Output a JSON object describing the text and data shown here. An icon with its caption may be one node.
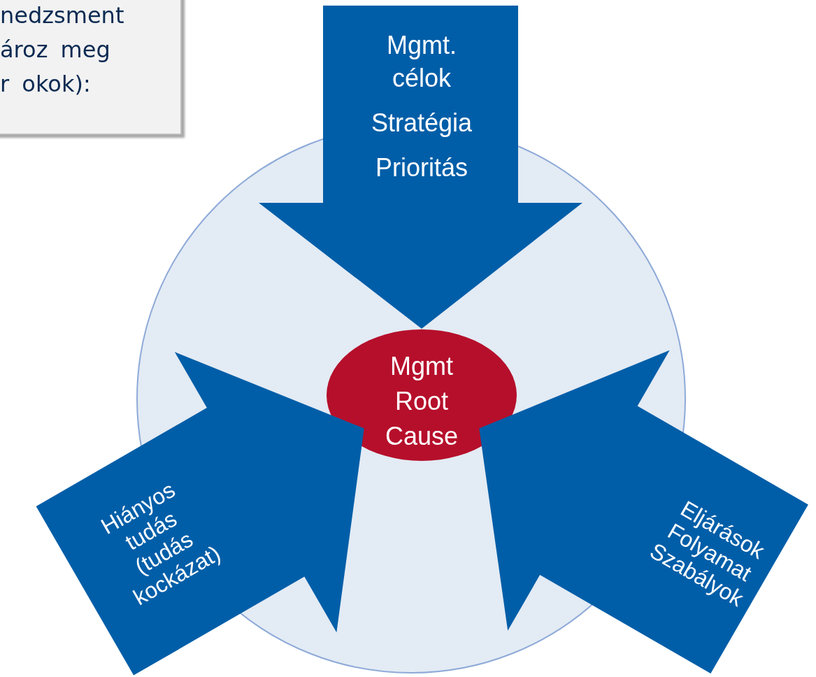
{
  "diagram": {
    "nodes": [
      {
        "text": [
          "nedzsment ároz meg r okok):"
        ]
      },
      {
        "text": [],
        "shape": "circle"
      },
      {
        "text": [
          "Mgmt. célok",
          "Stratégia",
          "Prioritás"
        ]
      },
      {
        "text": [
          "Hiányos tudás (tudás kockázat)"
        ]
      },
      {
        "text": [
          "Eljárások Folyamat Szabályok"
        ]
      },
      {
        "text": [
          "Mgmt Root Cause"
        ],
        "in": 1
      }
    ]
  }
}
